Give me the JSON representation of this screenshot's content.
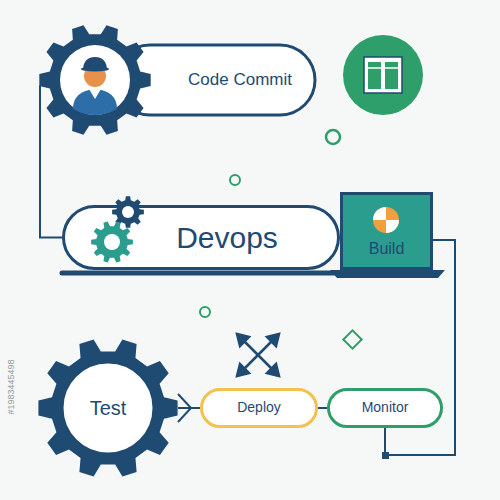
{
  "diagram": {
    "nodes": [
      {
        "text": [
          "Code Commit"
        ]
      },
      {
        "text": [
          "Devops"
        ]
      },
      {
        "text": [
          "Build"
        ]
      },
      {
        "text": [
          "Test"
        ]
      },
      {
        "text": [
          "Deploy"
        ]
      },
      {
        "text": [
          "Monitor"
        ]
      }
    ],
    "edges": [
      {
        "from": 0,
        "to": 1,
        "arrow": "none"
      },
      {
        "from": 2,
        "to": 5,
        "arrow": "none"
      },
      {
        "from": 3,
        "to": 4,
        "arrow": "none"
      },
      {
        "from": 4,
        "to": 5,
        "arrow": "none"
      }
    ],
    "labels": [
      "#1983445498"
    ]
  }
}
